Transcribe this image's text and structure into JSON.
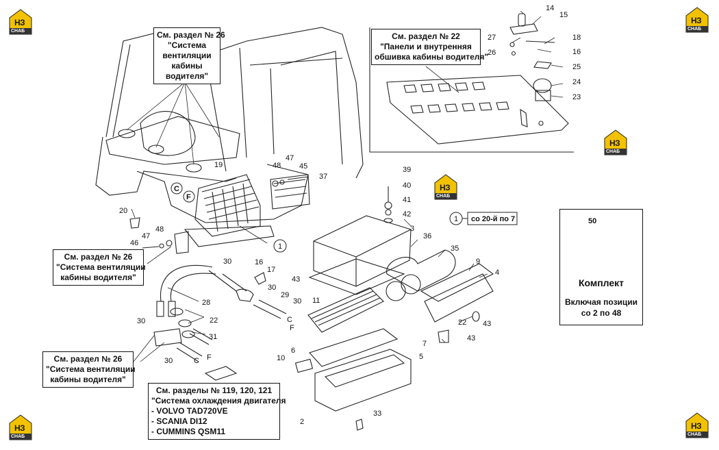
{
  "callouts": {
    "vent_top": [
      "См. раздел № 26",
      "\"Система",
      "вентиляции",
      "кабины",
      "водителя\""
    ],
    "panels": [
      "См. раздел № 22",
      "\"Панели и внутренняя",
      "обшивка кабины водителя\""
    ],
    "vent_mid": [
      "См. раздел № 26",
      "\"Система вентиляции",
      "кабины водителя\""
    ],
    "vent_low": [
      "См. раздел № 26",
      "\"Система вентиляции",
      "кабины водителя\""
    ],
    "cooling": [
      "См. разделы № 119, 120, 121",
      "\"Система охлаждения двигателя",
      "- VOLVO TAD720VE",
      "- SCANIA DI12",
      "- CUMMINS QSM11"
    ]
  },
  "range_note": {
    "number": "1",
    "text": "со 20-й по 7"
  },
  "kit": {
    "number": "50",
    "title": "Комплект",
    "desc": [
      "Включая позиции",
      "со 2 по 48"
    ]
  },
  "logo": {
    "text": "НЗ",
    "sub": "СНАБ"
  },
  "connectors": {
    "C": "C",
    "F": "F"
  },
  "part_numbers": [
    "14",
    "15",
    "27",
    "18",
    "26",
    "16",
    "25",
    "24",
    "23",
    "19",
    "48",
    "47",
    "45",
    "37",
    "39",
    "40",
    "41",
    "42",
    "3",
    "36",
    "35",
    "9",
    "4",
    "20",
    "48",
    "47",
    "46",
    "30",
    "16",
    "17",
    "30",
    "29",
    "30",
    "43",
    "11",
    "22",
    "43",
    "28",
    "30",
    "22",
    "31",
    "7",
    "43",
    "6",
    "5",
    "10",
    "30",
    "2",
    "33",
    "1"
  ]
}
